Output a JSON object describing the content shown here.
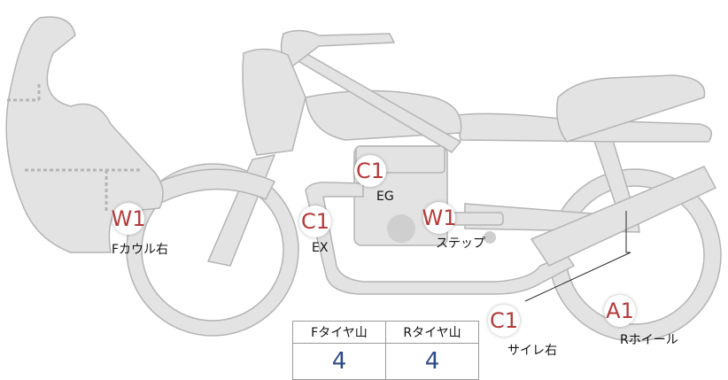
{
  "colors": {
    "part_fill": "#e3e3e3",
    "part_stroke": "#b4b4b4",
    "marker_text": "#b53a3a",
    "tread_value": "#2d4a8a"
  },
  "markers": [
    {
      "code": "W1",
      "label": "Fカウル右"
    },
    {
      "code": "C1",
      "label": "EG"
    },
    {
      "code": "C1",
      "label": "EX"
    },
    {
      "code": "W1",
      "label": "ステップ"
    },
    {
      "code": "C1",
      "label": "サイレ右"
    },
    {
      "code": "A1",
      "label": "Rホイール"
    }
  ],
  "tread_table": {
    "headers": [
      "Fタイヤ山",
      "Rタイヤ山"
    ],
    "values": [
      "4",
      "4"
    ]
  }
}
